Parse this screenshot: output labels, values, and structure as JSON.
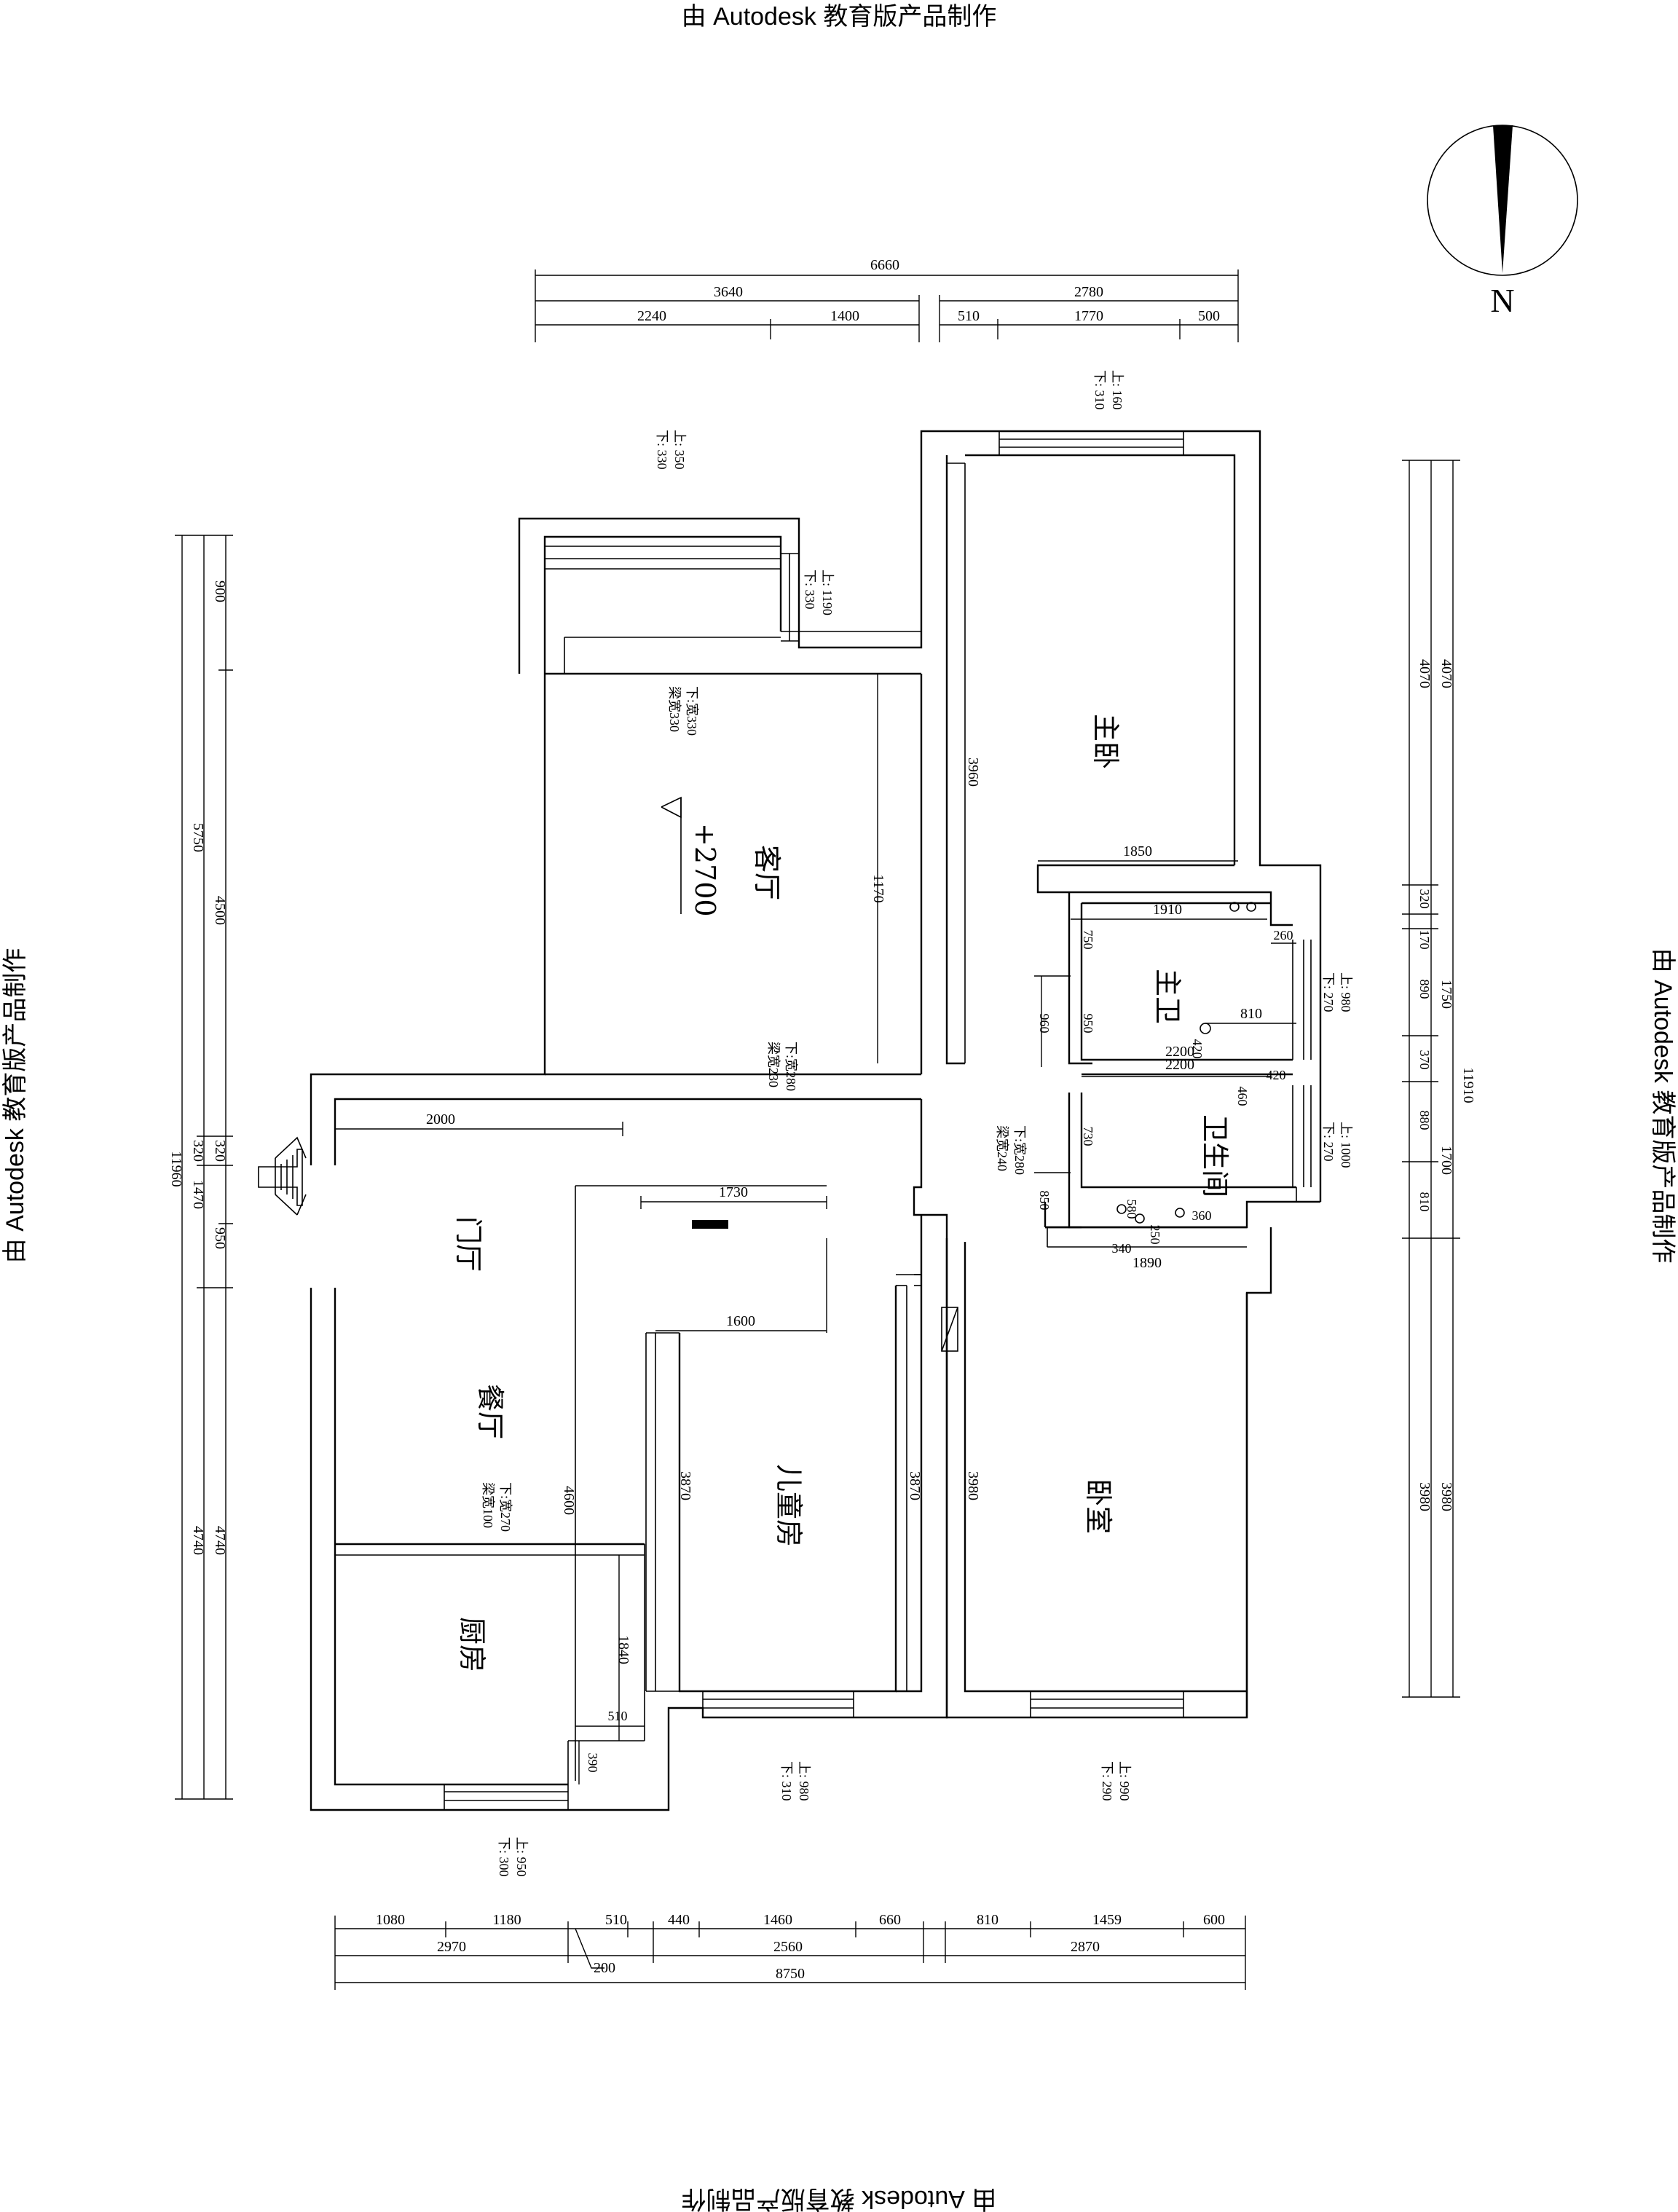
{
  "watermark": "由 Autodesk 教育版产品制作",
  "north": "N",
  "level": "+2700",
  "rooms": {
    "living": "客厅",
    "master": "主卧",
    "master_bath": "主卫",
    "bath": "卫生间",
    "foyer": "门厅",
    "dining": "餐厅",
    "kitchen": "厨房",
    "kids": "儿童房",
    "bedroom": "卧室"
  },
  "dims_top": {
    "total": "6660",
    "a": "3640",
    "b": "2780",
    "a1": "2240",
    "a2": "1400",
    "b1": "510",
    "b2": "1770",
    "b3": "500"
  },
  "dims_bottom": {
    "row1": [
      "1080",
      "1180",
      "510",
      "440",
      "1460",
      "660",
      "810",
      "1459",
      "600"
    ],
    "row2": [
      "2970",
      "200",
      "2560",
      "2870"
    ],
    "total": "8750"
  },
  "dims_left": {
    "total": "11960",
    "a": "5750",
    "b": "320",
    "c": "1470",
    "d": "4740",
    "a1": "900",
    "a2": "4500",
    "c1": "950"
  },
  "dims_right": {
    "total": "11910",
    "a": "4070",
    "b": "1750",
    "c": "1700",
    "d": "3980",
    "b1": "320",
    "b2": "170",
    "b3": "890",
    "b4": "370",
    "c1": "880",
    "c2": "810"
  },
  "dims_inner": {
    "d1850": "1850",
    "d1910": "1910",
    "d260": "260",
    "d750": "750",
    "d960": "960",
    "d950": "950",
    "d810": "810",
    "d420a": "420",
    "d2200a": "2200",
    "d2200b": "2200",
    "d460": "460",
    "d420b": "420",
    "d730": "730",
    "d580": "580",
    "d360": "360",
    "d850": "850",
    "d340": "340",
    "d250": "250",
    "d1890": "1890",
    "d3960": "3960",
    "d1170": "1170",
    "d2000": "2000",
    "d1730": "1730",
    "d1600": "1600",
    "d4600": "4600",
    "d3870a": "3870",
    "d3870b": "3870",
    "d3980": "3980",
    "d1840": "1840",
    "d510": "510",
    "d390": "390"
  },
  "notes": {
    "n1_top": "上: 350",
    "n1_bot": "下: 330",
    "n2_top": "上: 160",
    "n2_bot": "下: 310",
    "n3_top": "上: 1190",
    "n3_bot": "下: 330",
    "n4_top": "下:宽330",
    "n4_bot": "梁宽330",
    "n5_top": "下:宽280",
    "n5_bot": "梁宽230",
    "n6_top": "下:宽280",
    "n6_bot": "梁宽240",
    "n7_top": "上: 980",
    "n7_bot": "下: 270",
    "n8_top": "上: 1000",
    "n8_bot": "下: 270",
    "n9_top": "下:宽270",
    "n9_bot": "梁宽100",
    "n10_top": "上: 980",
    "n10_bot": "下: 310",
    "n11_top": "上: 990",
    "n11_bot": "下: 290",
    "n12_top": "上: 950",
    "n12_bot": "下: 300"
  }
}
